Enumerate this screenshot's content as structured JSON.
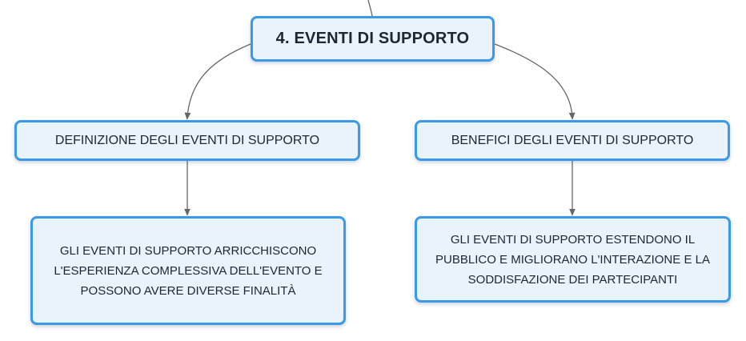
{
  "mindmap": {
    "root": {
      "label": "4. EVENTI DI SUPPORTO"
    },
    "branches": [
      {
        "label": "DEFINIZIONE DEGLI EVENTI DI SUPPORTO",
        "child": "GLI EVENTI DI SUPPORTO ARRICCHISCONO L'ESPERIENZA COMPLESSIVA DELL'EVENTO E POSSONO AVERE DIVERSE FINALITÀ"
      },
      {
        "label": "BENEFICI DEGLI EVENTI DI SUPPORTO",
        "child": "GLI EVENTI DI SUPPORTO ESTENDONO IL PUBBLICO E MIGLIORANO L'INTERAZIONE E LA SODDISFAZIONE DEI PARTECIPANTI"
      }
    ]
  },
  "colors": {
    "node_border": "#3b9ae6",
    "node_fill": "#e8f3fc",
    "connector": "#666666",
    "text": "#1c2733"
  }
}
